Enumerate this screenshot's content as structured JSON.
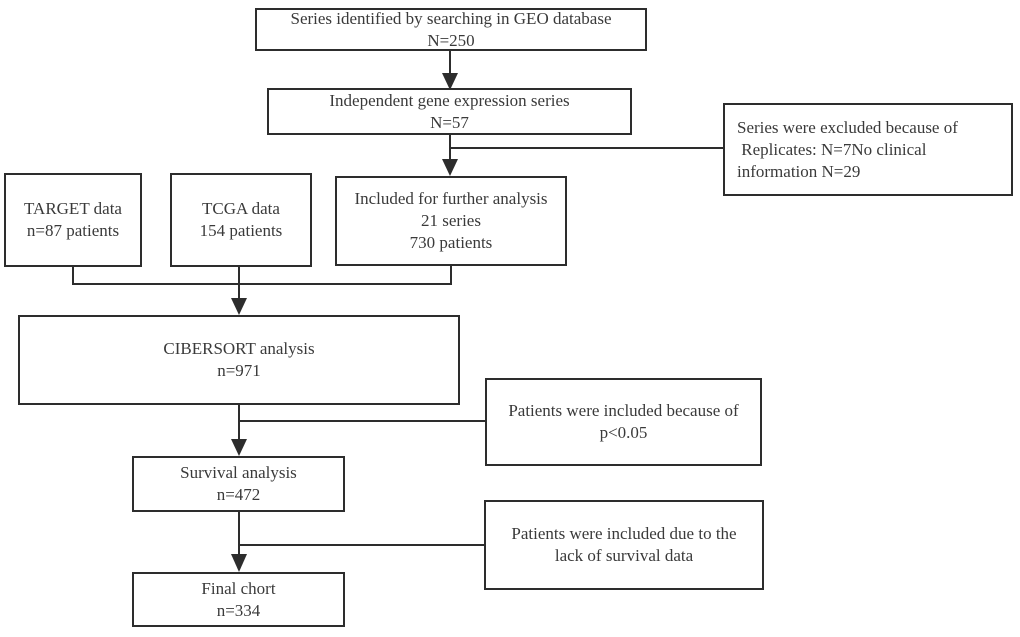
{
  "figure": {
    "type": "flowchart",
    "background": "#ffffff",
    "line_color": "#2d2d2d",
    "text_color": "#3a3a3a"
  },
  "nodes": {
    "geo": {
      "lines": [
        "Series identified by searching in GEO database",
        "N=250"
      ]
    },
    "independent": {
      "lines": [
        "Independent gene expression series",
        "N=57"
      ]
    },
    "excluded": {
      "lines": [
        "Series were excluded because of",
        " Replicates: N=7No clinical",
        "information N=29"
      ]
    },
    "target": {
      "lines": [
        "TARGET data",
        "n=87 patients"
      ]
    },
    "tcga": {
      "lines": [
        "TCGA data",
        "154 patients"
      ]
    },
    "included": {
      "lines": [
        "Included for further analysis",
        "21 series",
        "730 patients"
      ]
    },
    "cibersort": {
      "lines": [
        "CIBERSORT analysis",
        "n=971"
      ]
    },
    "p005": {
      "lines": [
        "Patients were included because of",
        "p<0.05"
      ]
    },
    "survival": {
      "lines": [
        "Survival analysis",
        "n=472"
      ]
    },
    "lack": {
      "lines": [
        "Patients were included due to the",
        "lack of survival data"
      ]
    },
    "final": {
      "lines": [
        "Final chort",
        "n=334"
      ]
    }
  },
  "edges": [
    {
      "from": "geo",
      "to": "independent",
      "type": "arrow"
    },
    {
      "from": "independent",
      "to": "included",
      "type": "arrow"
    },
    {
      "from": "independent",
      "to": "excluded",
      "type": "side-branch"
    },
    {
      "from": "target",
      "to": "cibersort",
      "type": "merge"
    },
    {
      "from": "tcga",
      "to": "cibersort",
      "type": "arrow"
    },
    {
      "from": "included",
      "to": "cibersort",
      "type": "merge"
    },
    {
      "from": "cibersort",
      "to": "survival",
      "type": "arrow"
    },
    {
      "from": "cibersort",
      "to": "p005",
      "type": "side-branch"
    },
    {
      "from": "survival",
      "to": "final",
      "type": "arrow"
    },
    {
      "from": "survival",
      "to": "lack",
      "type": "side-branch"
    }
  ]
}
